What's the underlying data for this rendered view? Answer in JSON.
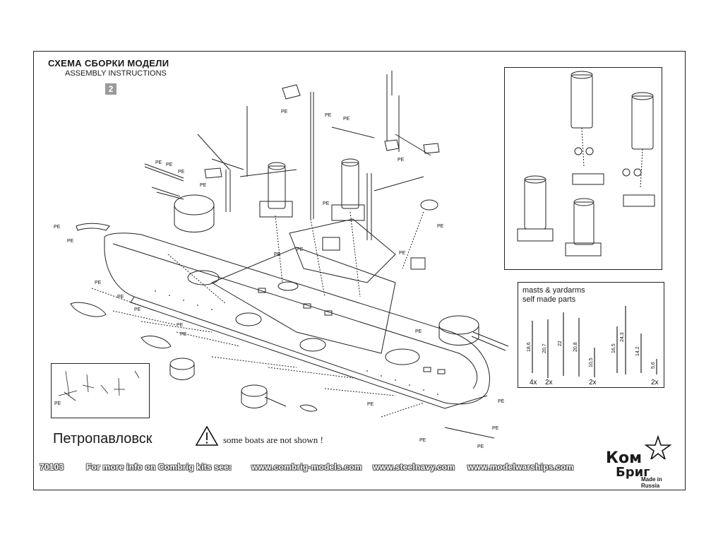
{
  "header": {
    "title_ru": "СХЕМА СБОРКИ МОДЕЛИ",
    "title_en": "ASSEMBLY INSTRUCTIONS",
    "step_number": "2"
  },
  "ship_name": "Петропавловск",
  "warning_text": "some boats are not shown !",
  "pe_label": "PE",
  "masts_inset": {
    "title_line1": "masts & yardarms",
    "title_line2": "self made parts",
    "groups": [
      {
        "lengths": [
          "18,6",
          "20,7"
        ],
        "counts": [
          "4x",
          "2x"
        ]
      },
      {
        "lengths": [
          "22",
          "20,8",
          "10,5"
        ],
        "counts": [
          "2x"
        ]
      },
      {
        "lengths": [
          "16,5",
          "24,3",
          "14,2",
          "5,6"
        ],
        "counts": [
          "2x"
        ]
      }
    ]
  },
  "footer": {
    "code": "70103",
    "more_info": "For more info on Combrig kits see:",
    "link1": "www.combrig-models.com",
    "link2": "www.steelnavy.com",
    "link3": "www.modelwarships.com"
  },
  "logo": {
    "line1": "Ком",
    "line2": "Бриг",
    "made_in": "Made in Russia"
  }
}
